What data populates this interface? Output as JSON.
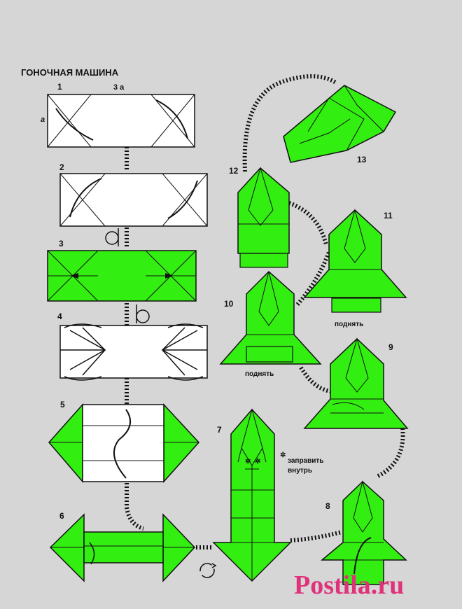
{
  "title": "ГОНОЧНАЯ МАШИНА",
  "dimensions": {
    "width_label": "3 a",
    "height_label": "a"
  },
  "steps": [
    "1",
    "2",
    "3",
    "4",
    "5",
    "6",
    "7",
    "8",
    "9",
    "10",
    "11",
    "12",
    "13"
  ],
  "annotations": {
    "tuck_star": "✲",
    "tuck_inside_line1": "заправить",
    "tuck_inside_line2": "внутрь",
    "lift_10": "поднять",
    "lift_11": "поднять"
  },
  "watermark": "Postila.ru",
  "colors": {
    "paper_green": "#33ee11",
    "paper_white": "#ffffff",
    "background": "#d6d6d6",
    "ink": "#111111",
    "watermark": "#e0327a"
  }
}
